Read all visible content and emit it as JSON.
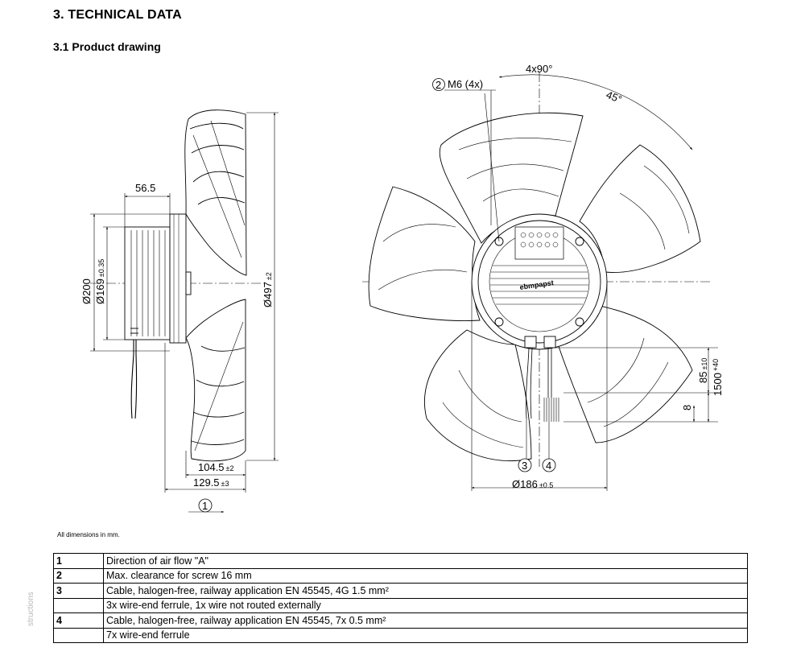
{
  "section_title": "3. TECHNICAL DATA",
  "subsection_title": "3.1 Product drawing",
  "dims": {
    "d_56_5": "56.5",
    "d_200": "Ø200",
    "d_169": "Ø169",
    "d_169_tol": "±0.35",
    "d_497": "Ø497",
    "d_497_tol": "±2",
    "d_104_5": "104.5",
    "d_104_5_tol": "±2",
    "d_129_5": "129.5",
    "d_129_5_tol": "±3",
    "angle_4x90": "4x90°",
    "angle_45": "45°",
    "m6": "M6 (4x)",
    "d_85": "85",
    "d_85_tol": "±10",
    "d_1500": "1500",
    "d_1500_tol": "+40",
    "d_8": "8",
    "d_186": "Ø186",
    "d_186_tol": "±0.5",
    "callout_1": "1",
    "callout_2": "2",
    "callout_3": "3",
    "callout_4": "4",
    "brand": "ebmpapst"
  },
  "note": "All dimensions in mm.",
  "legend": [
    {
      "num": "1",
      "text": "Direction of air flow \"A\""
    },
    {
      "num": "2",
      "text": "Max. clearance for screw 16 mm"
    },
    {
      "num": "3",
      "text": "Cable, halogen-free, railway application EN 45545, 4G 1.5 mm²"
    },
    {
      "num": "",
      "text": "3x wire-end ferrule, 1x wire not routed externally"
    },
    {
      "num": "4",
      "text": "Cable, halogen-free, railway application EN 45545, 7x 0.5 mm²"
    },
    {
      "num": "",
      "text": "7x wire-end ferrule"
    }
  ],
  "side_text": "structions"
}
